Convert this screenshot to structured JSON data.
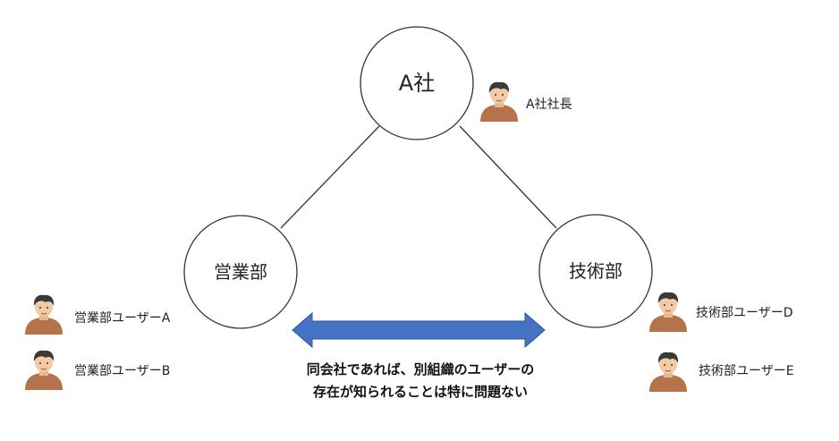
{
  "nodes": {
    "company": "A社",
    "sales": "営業部",
    "engineering": "技術部"
  },
  "users": {
    "president": "A社社長",
    "sales_a": "営業部ユーザーA",
    "sales_b": "営業部ユーザーB",
    "eng_d": "技術部ユーザーD",
    "eng_e": "技術部ユーザーE"
  },
  "caption": {
    "line1": "同会社であれば、別組織のユーザーの",
    "line2": "存在が知られることは特に問題ない"
  },
  "colors": {
    "arrow": "#4472C4",
    "arrow_stroke": "#2F5597",
    "person_shirt": "#B5734B",
    "person_skin": "#F2CBA5",
    "person_hair": "#3A3A3A"
  },
  "icons": [
    "person-icon",
    "double-arrow"
  ]
}
